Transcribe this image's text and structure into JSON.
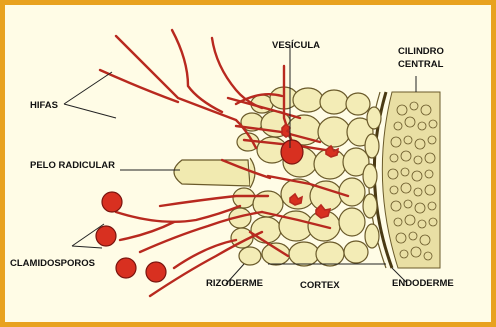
{
  "labels": {
    "vesicula": "VESÍCULA",
    "cilindro_line1": "CILINDRO",
    "cilindro_line2": "CENTRAL",
    "hifas": "HIFAS",
    "pelo_radicular": "PELO RADICULAR",
    "clamidosporos": "CLAMIDOSPOROS",
    "rizoderme": "RIZODERME",
    "cortex": "CORTEX",
    "endoderme": "ENDODERME"
  },
  "colors": {
    "frame": "#e8a21f",
    "background": "#fffce6",
    "cell_fill": "#f3ecb6",
    "cell_stroke": "#6a5a2a",
    "hypha": "#b8291f",
    "spore": "#d83020",
    "root_hair": "#f1eab0"
  }
}
